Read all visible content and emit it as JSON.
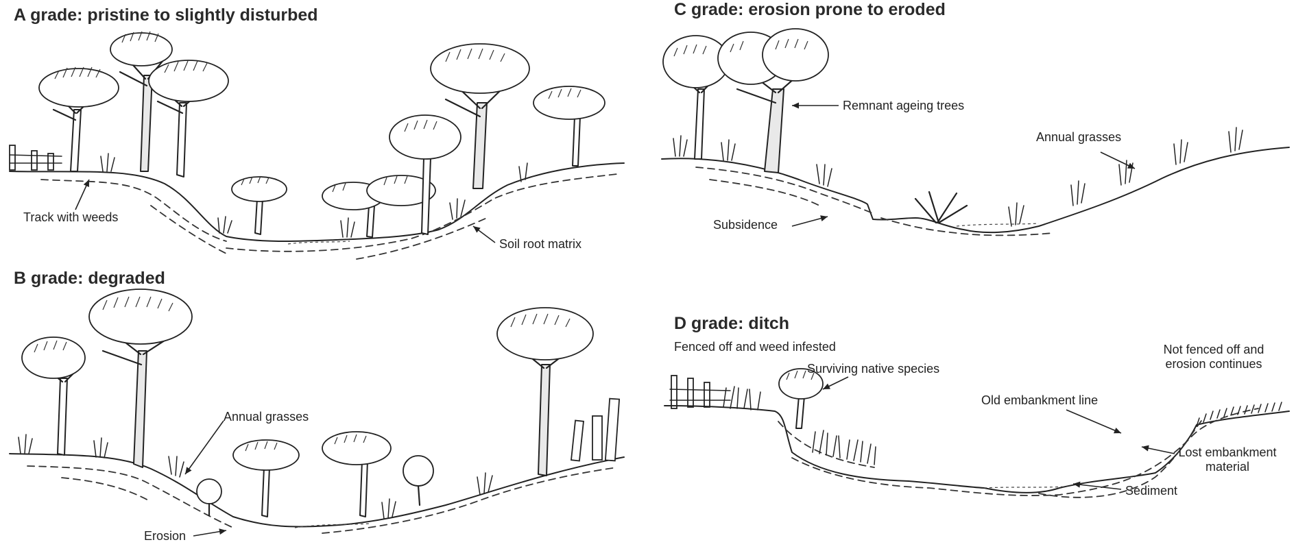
{
  "panels": {
    "a": {
      "title": "A grade: pristine to slightly disturbed",
      "labels": {
        "track": "Track with weeds",
        "soil": "Soil root matrix"
      }
    },
    "b": {
      "title": "B grade: degraded",
      "labels": {
        "grasses": "Annual grasses",
        "erosion": "Erosion"
      }
    },
    "c": {
      "title": "C grade: erosion prone to eroded",
      "labels": {
        "remnant": "Remnant ageing trees",
        "grasses": "Annual grasses",
        "subsidence": "Subsidence"
      }
    },
    "d": {
      "title": "D grade: ditch",
      "labels": {
        "fenced": "Fenced off and weed infested",
        "surviving": "Surviving native species",
        "not_fenced_1": "Not fenced off and",
        "not_fenced_2": "erosion continues",
        "old_line": "Old embankment line",
        "lost_1": "Lost embankment",
        "lost_2": "material",
        "sediment": "Sediment"
      }
    }
  }
}
